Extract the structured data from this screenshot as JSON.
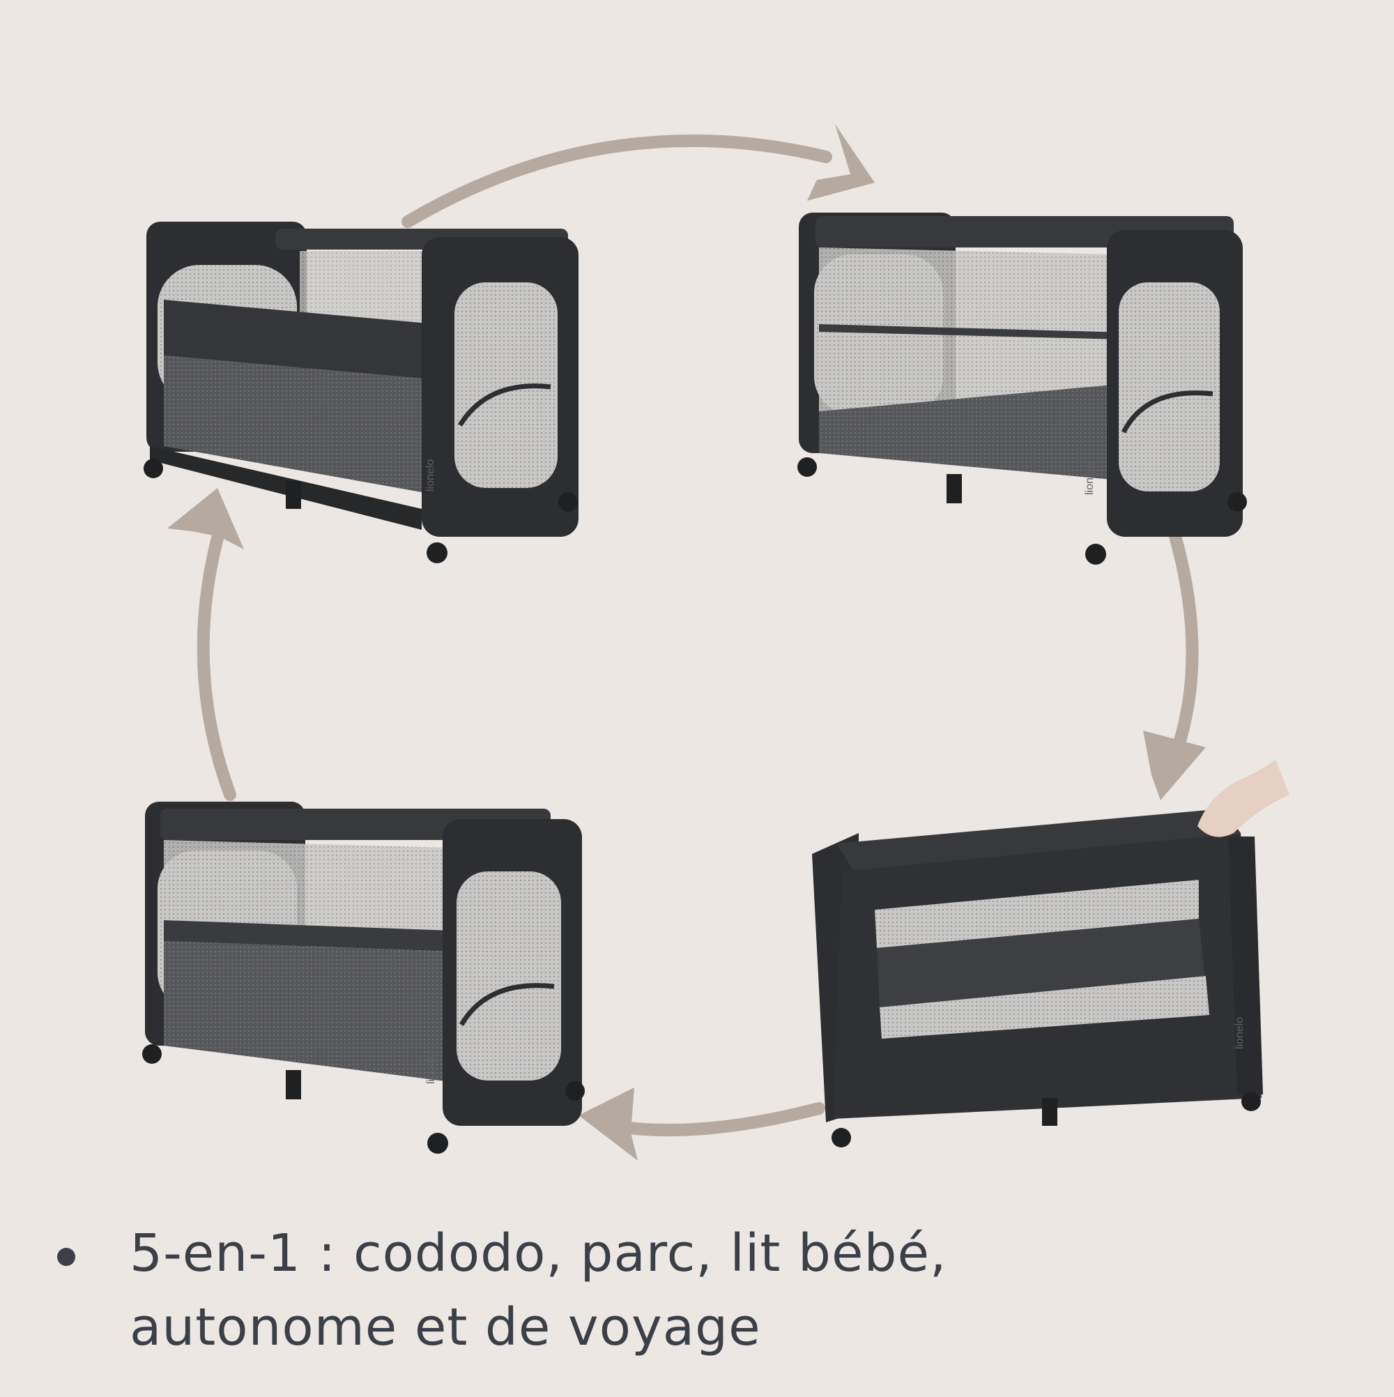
{
  "product": {
    "brand_mark": "lionelo",
    "configurations": [
      "cododo",
      "parc",
      "lit bébé",
      "autonome",
      "de voyage"
    ]
  },
  "caption": {
    "line1": "5-en-1 : cododo, parc, lit bébé,",
    "line2": "autonome et de voyage"
  },
  "colors": {
    "background": "#ece7e3",
    "arrow": "#b6aaa0",
    "frame": "#2d2e31",
    "mesh": "#b8b8b8",
    "text": "#3b3f47"
  }
}
